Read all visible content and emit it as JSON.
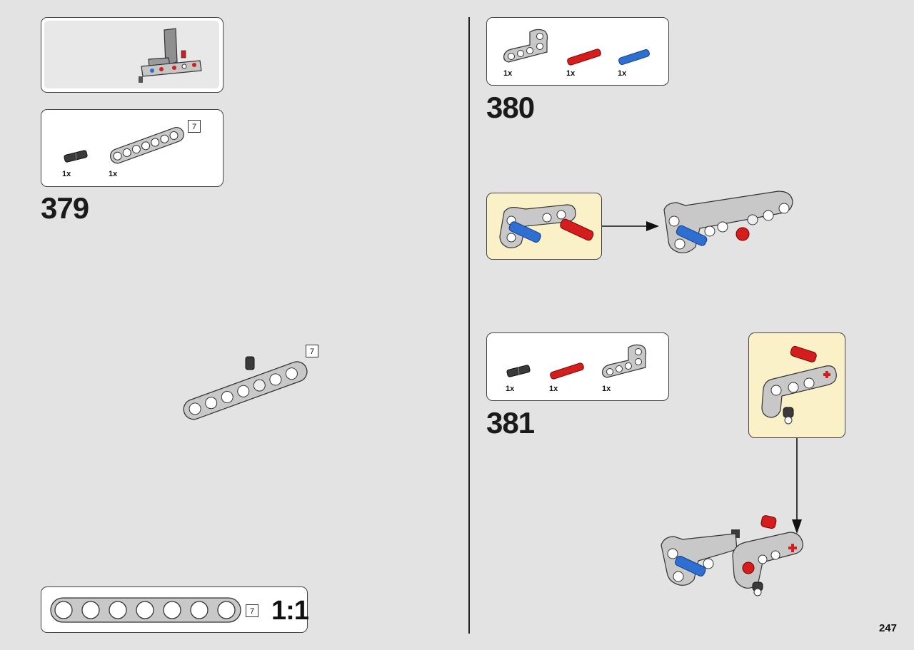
{
  "page_number": "247",
  "steps": [
    {
      "number": "379",
      "parts": [
        {
          "qty": "1x"
        },
        {
          "qty": "1x",
          "beam_length": "7"
        }
      ],
      "model_beam_length": "7"
    },
    {
      "number": "380",
      "parts": [
        {
          "qty": "1x"
        },
        {
          "qty": "1x"
        },
        {
          "qty": "1x"
        }
      ]
    },
    {
      "number": "381",
      "parts": [
        {
          "qty": "1x"
        },
        {
          "qty": "1x"
        },
        {
          "qty": "1x"
        }
      ]
    }
  ],
  "ruler": {
    "beam_length": "7",
    "scale_label": "1:1"
  },
  "colors": {
    "background": "#e3e3e3",
    "callout": "#fbf1c9",
    "blue_pin": "#2f6fd1",
    "red_pin": "#d41d1d",
    "beam_grey": "#c8c8c8"
  }
}
